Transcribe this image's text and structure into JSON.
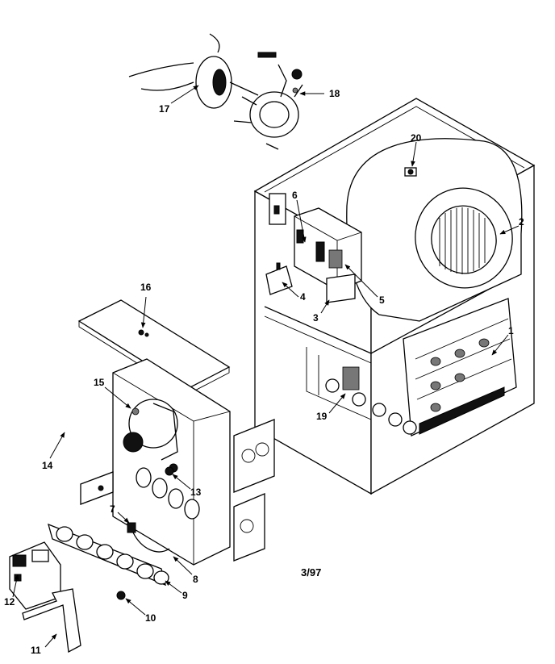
{
  "diagram": {
    "part_labels": [
      "1",
      "2",
      "3",
      "4",
      "5",
      "6",
      "7",
      "8",
      "9",
      "10",
      "11",
      "12",
      "13",
      "14",
      "15",
      "16",
      "17",
      "18",
      "19",
      "20"
    ],
    "revision_date": "3/97"
  }
}
